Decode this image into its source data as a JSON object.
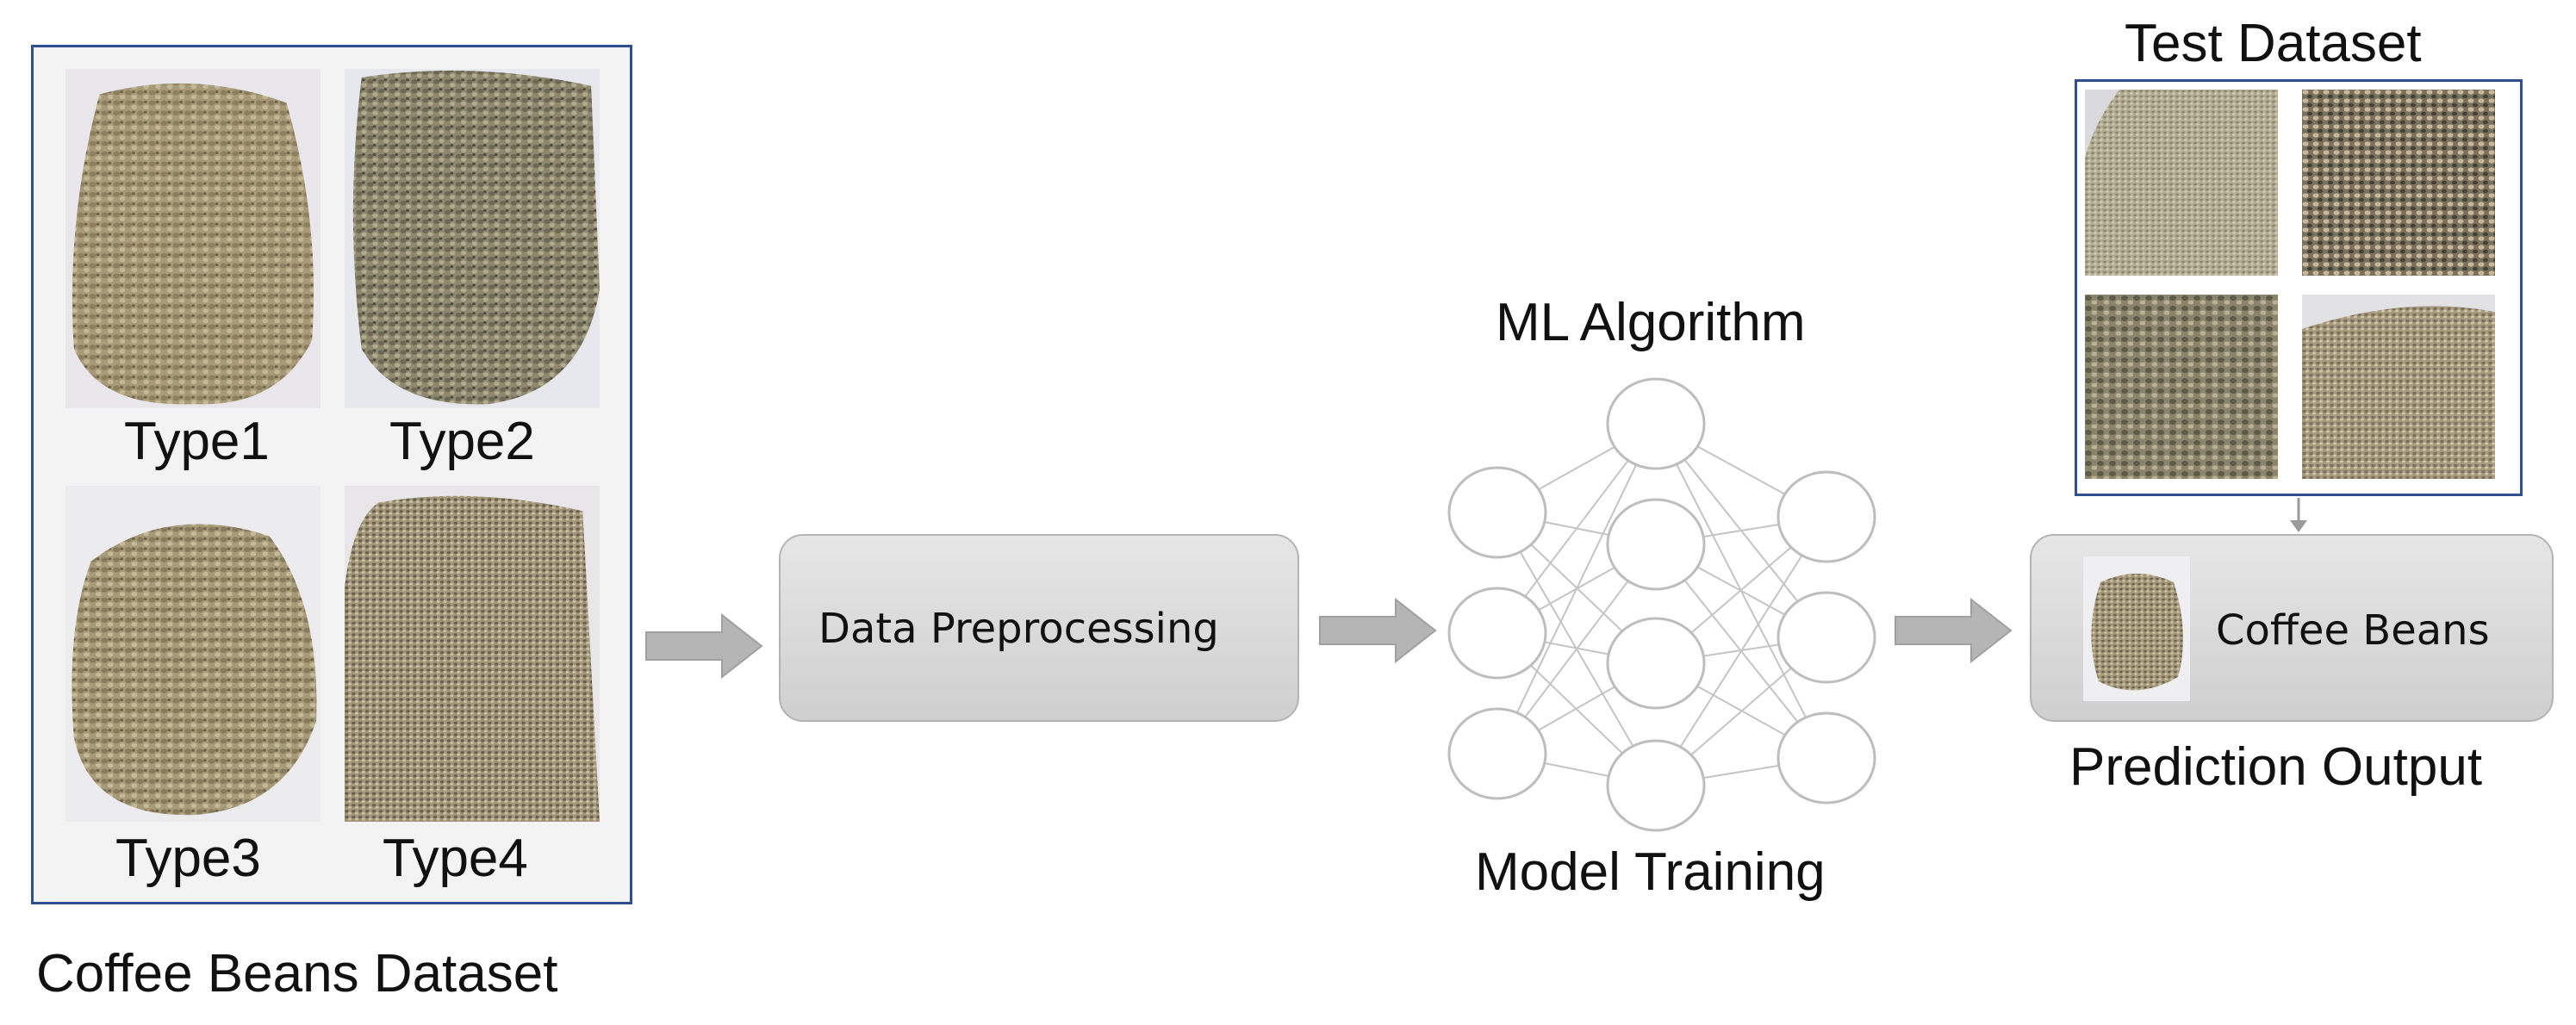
{
  "dataset": {
    "caption": "Coffee Beans Dataset",
    "types": [
      {
        "label": "Type1"
      },
      {
        "label": "Type2"
      },
      {
        "label": "Type3"
      },
      {
        "label": "Type4"
      }
    ]
  },
  "preprocessing": {
    "label": "Data Preprocessing"
  },
  "model": {
    "top_label": "ML Algorithm",
    "bottom_label": "Model Training"
  },
  "test": {
    "title": "Test Dataset"
  },
  "output": {
    "label": "Coffee Beans",
    "caption": "Prediction Output"
  },
  "colors": {
    "frame": "#2f4f8f",
    "arrow": "#b5b5b5",
    "box_top": "#e6e6e6",
    "box_bottom": "#cfcfcf",
    "node_stroke": "#bdbdbd"
  }
}
